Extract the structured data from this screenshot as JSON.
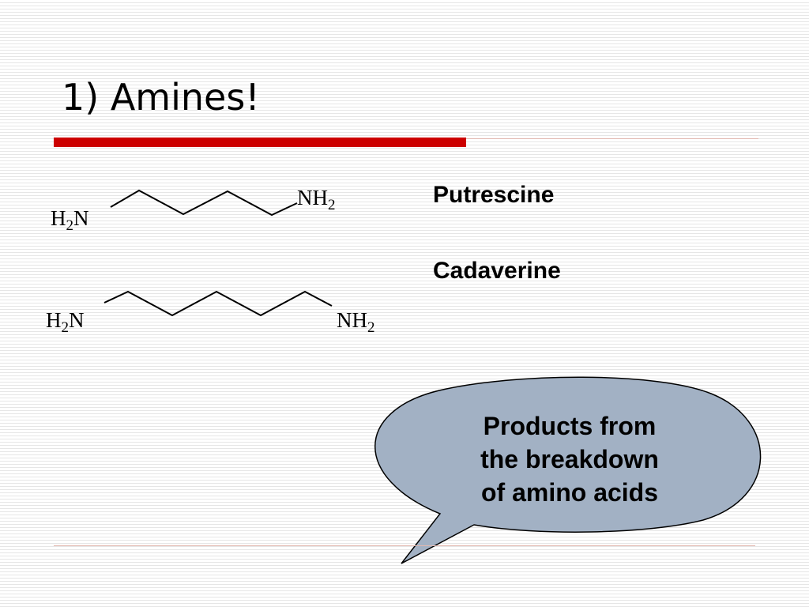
{
  "slide": {
    "title": "1) Amines!",
    "accent_color": "#cc0000",
    "rule_color": "#e2b8b0"
  },
  "molecules": [
    {
      "name": "Putrescine",
      "left_group": {
        "base": "H",
        "sub": "2",
        "tail": "N"
      },
      "right_group": {
        "base": "NH",
        "sub": "2"
      }
    },
    {
      "name": "Cadaverine",
      "left_group": {
        "base": "H",
        "sub": "2",
        "tail": "N"
      },
      "right_group": {
        "base": "NH",
        "sub": "2"
      }
    }
  ],
  "callout": {
    "lines": [
      "Products from",
      "the breakdown",
      "of amino acids"
    ],
    "fill_color": "#a2b1c4",
    "stroke_color": "#000000"
  }
}
